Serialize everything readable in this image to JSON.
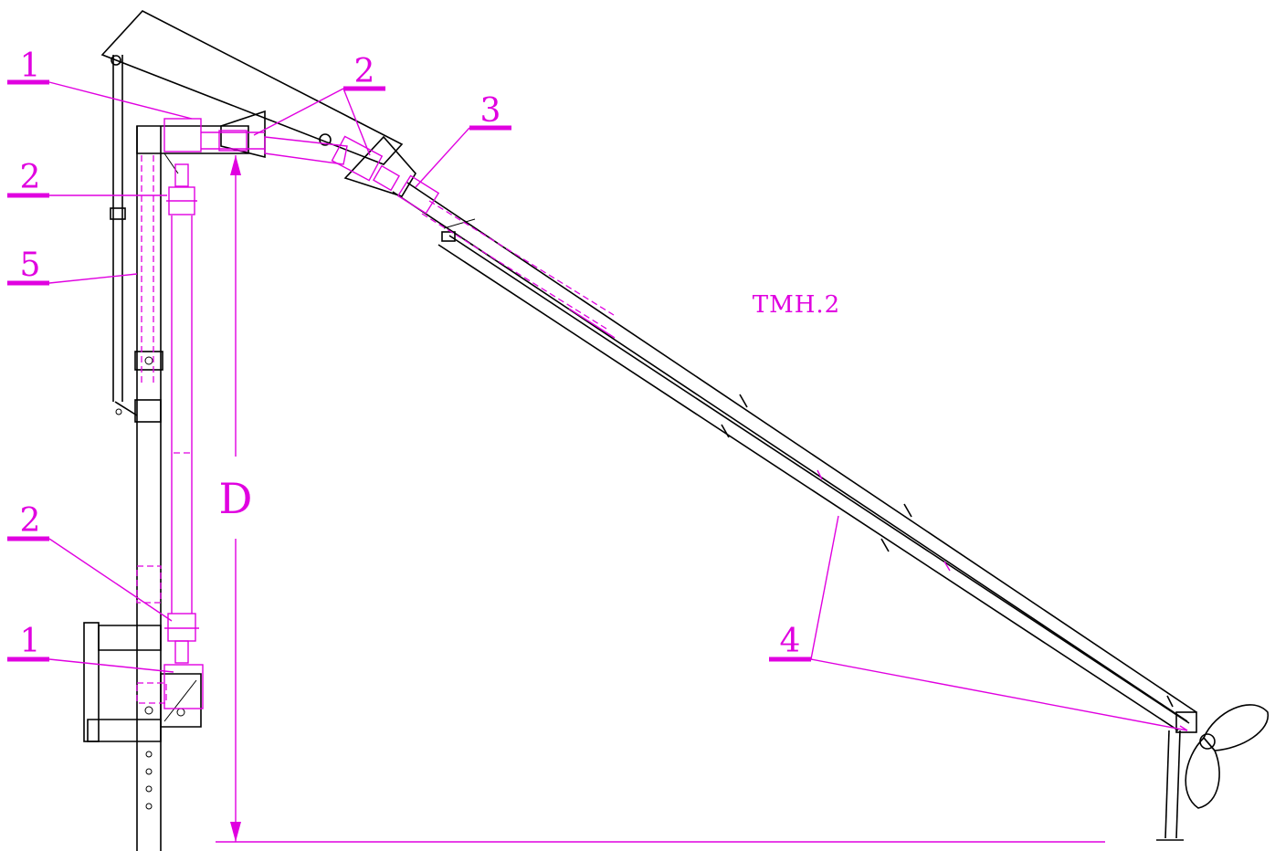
{
  "labels": {
    "model": "TMH.2",
    "dimension": "D"
  },
  "callouts": [
    {
      "id": "c1-top",
      "text": "1"
    },
    {
      "id": "c2-top",
      "text": "2"
    },
    {
      "id": "c2-left",
      "text": "2"
    },
    {
      "id": "c5",
      "text": "5"
    },
    {
      "id": "c3",
      "text": "3"
    },
    {
      "id": "c2-bottom",
      "text": "2"
    },
    {
      "id": "c1-bottom",
      "text": "1"
    },
    {
      "id": "c4",
      "text": "4"
    }
  ],
  "colors": {
    "structure": "#000000",
    "annotation": "#e000e0"
  }
}
